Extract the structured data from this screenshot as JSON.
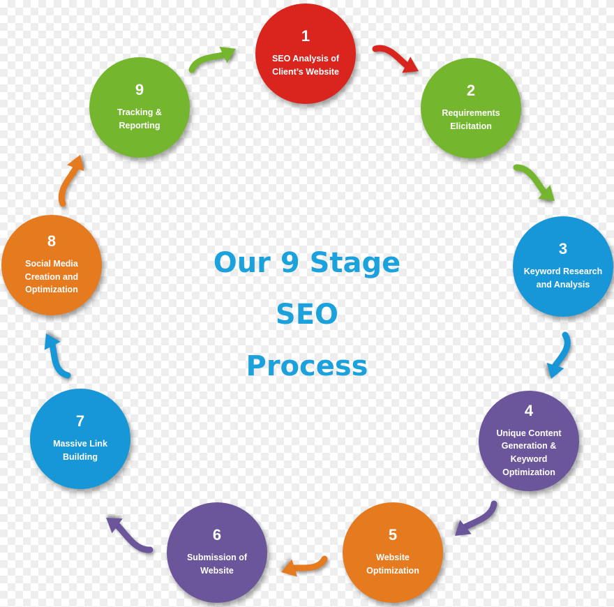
{
  "title": {
    "line1": "Our 9 Stage",
    "line2": "SEO",
    "line3": "Process"
  },
  "colors": {
    "title": "#1ba1dc",
    "red": "#d9251d",
    "green": "#74b72e",
    "blue": "#1897d8",
    "purple": "#6b559b",
    "orange": "#e57a1f"
  },
  "stages": [
    {
      "number": "1",
      "label": "SEO Analysis of Client’s Website",
      "color": "red"
    },
    {
      "number": "2",
      "label": "Requirements Elicitation",
      "color": "green"
    },
    {
      "number": "3",
      "label": "Keyword Research and Analysis",
      "color": "blue"
    },
    {
      "number": "4",
      "label": "Unique Content Generation & Keyword Optimization",
      "color": "purple"
    },
    {
      "number": "5",
      "label": "Website Optimization",
      "color": "orange"
    },
    {
      "number": "6",
      "label": "Submission of Website",
      "color": "purple"
    },
    {
      "number": "7",
      "label": "Massive Link Building",
      "color": "blue"
    },
    {
      "number": "8",
      "label": "Social Media Creation and Optimization",
      "color": "orange"
    },
    {
      "number": "9",
      "label": "Tracking & Reporting",
      "color": "green"
    }
  ],
  "arrows": [
    {
      "from": "1",
      "to": "2",
      "color": "red"
    },
    {
      "from": "2",
      "to": "3",
      "color": "green"
    },
    {
      "from": "3",
      "to": "4",
      "color": "blue"
    },
    {
      "from": "4",
      "to": "5",
      "color": "purple"
    },
    {
      "from": "5",
      "to": "6",
      "color": "orange"
    },
    {
      "from": "6",
      "to": "7",
      "color": "purple"
    },
    {
      "from": "7",
      "to": "8",
      "color": "blue"
    },
    {
      "from": "8",
      "to": "9",
      "color": "orange"
    },
    {
      "from": "9",
      "to": "1",
      "color": "green"
    }
  ]
}
